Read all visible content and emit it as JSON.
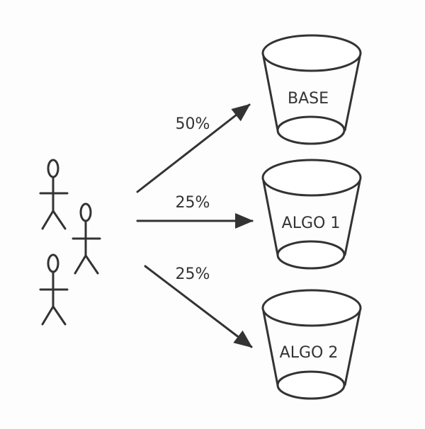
{
  "buckets": [
    {
      "label": "BASE"
    },
    {
      "label": "ALGO 1"
    },
    {
      "label": "ALGO 2"
    }
  ],
  "arrows": [
    {
      "label": "50%"
    },
    {
      "label": "25%"
    },
    {
      "label": "25%"
    }
  ],
  "colors": {
    "stroke": "#333333",
    "background": "#fdfdfd"
  }
}
